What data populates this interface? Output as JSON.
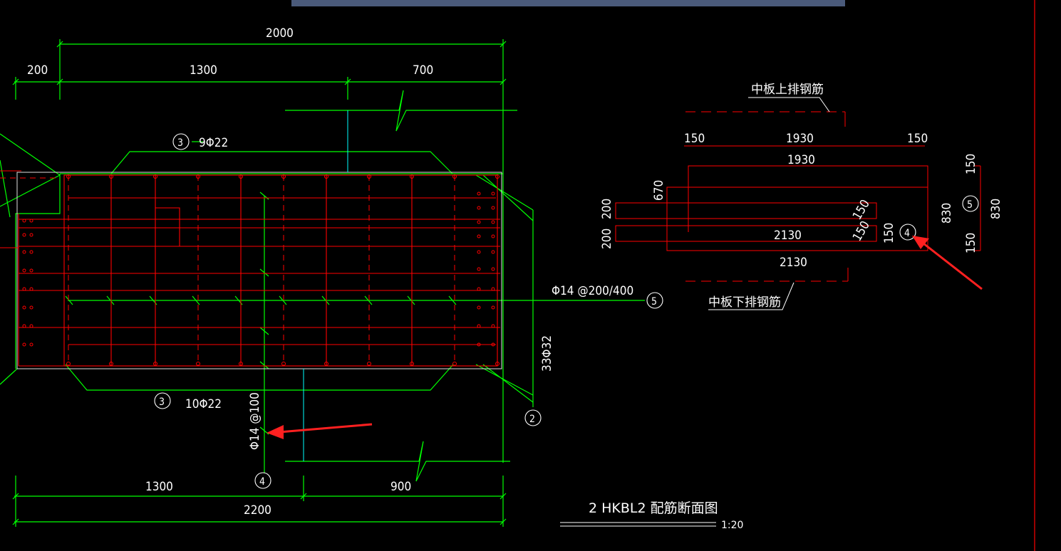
{
  "colors": {
    "background": "#000000",
    "dimension": "#00ff00",
    "rebar": "#ff0000",
    "axis": "#00ffff",
    "text": "#ffffff",
    "topbar": "#4a5a7a",
    "border": "#ff0000",
    "arrow": "#ff2020"
  },
  "dims": {
    "top_total": "2000",
    "top_left": "200",
    "top_mid": "1300",
    "top_right": "700",
    "bottom_total": "2200",
    "bottom_left": "1300",
    "bottom_right": "900"
  },
  "labels": {
    "top_bars_num": "3",
    "top_bars": "9Φ22",
    "bottom_bars_num": "3",
    "bottom_bars": "10Φ22",
    "stirrup_num": "5",
    "stirrup": "Φ14 @200/400",
    "side_bars_num": "2",
    "side_bars": "33Φ32",
    "tie_num": "4",
    "tie": "Φ14 @100"
  },
  "detail": {
    "top_caption": "中板上排钢筋",
    "bottom_caption": "中板下排钢筋",
    "d150a": "150",
    "d1930a": "1930",
    "d150b": "150",
    "d1930b": "1930",
    "d670": "670",
    "d200a": "200",
    "d200b": "200",
    "d150c": "150",
    "d150d": "150",
    "d2130a": "2130",
    "d2130b": "2130",
    "d150e": "150",
    "circle4": "4",
    "d830a": "830",
    "d150f": "150",
    "d150g": "150",
    "circle5": "5",
    "d830b": "830"
  },
  "title": {
    "main": "2 HKBL2 配筋断面图",
    "scale": "1:20"
  }
}
